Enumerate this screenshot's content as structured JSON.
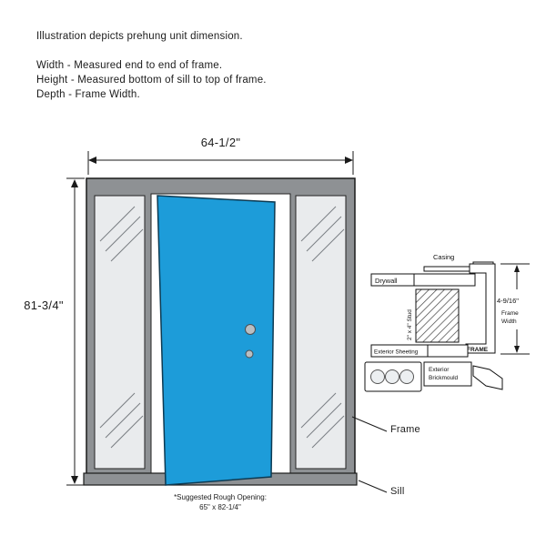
{
  "page": {
    "title": "Illustration depicts prehung unit dimension.",
    "notes": [
      "Width - Measured end to end of frame.",
      "Height - Measured bottom of sill to top of frame.",
      "Depth - Frame Width."
    ]
  },
  "dims": {
    "width": "64-1/2\"",
    "height": "81-3/4\"",
    "rough_title": "*Suggested Rough Opening:",
    "rough_value": "65\" x 82-1/4\""
  },
  "callouts": {
    "frame": "Frame",
    "sill": "Sill"
  },
  "detail": {
    "casing": "Casing",
    "drywall": "Drywall",
    "stud": "2\" x 4\" Stud",
    "dim": "4-9/16\"",
    "fw_lines": [
      "Frame",
      "Width"
    ],
    "sheeting": "Exterior Sheeting",
    "frame_bold": "FRAME",
    "brickmould_lines": [
      "Exterior",
      "Brickmould"
    ]
  },
  "colors": {
    "door_blue": "#1d9cd9",
    "frame_gray": "#8e9194",
    "glass": "#e9ebed",
    "line": "#1a1a1a"
  }
}
